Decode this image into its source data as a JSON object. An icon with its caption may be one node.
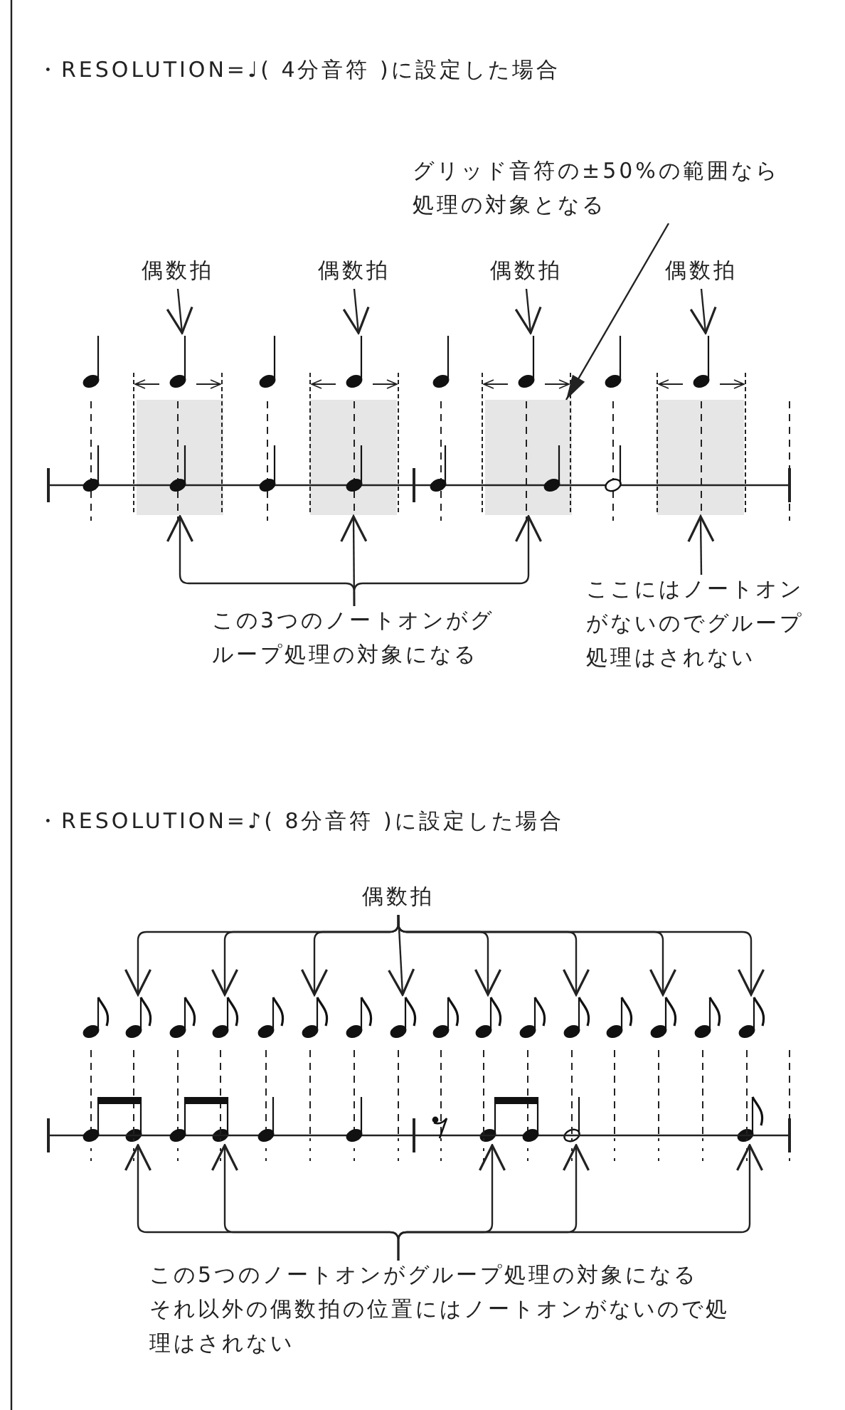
{
  "diagram": {
    "nodes": [
      {
        "text": [
          "グリッド音符の±50%の範囲なら処理の対象となる"
        ]
      },
      {
        "text": [
          "偶数拍"
        ]
      },
      {
        "text": [
          "偶数拍"
        ]
      },
      {
        "text": [
          "偶数拍"
        ]
      },
      {
        "text": [
          "偶数拍"
        ]
      },
      {
        "text": [],
        "shape": "note"
      },
      {
        "text": [],
        "shape": "note"
      },
      {
        "text": [],
        "shape": "note"
      },
      {
        "text": [],
        "shape": "note"
      },
      {
        "text": [],
        "shape": "box"
      },
      {
        "text": [],
        "shape": "box"
      },
      {
        "text": [],
        "shape": "box"
      },
      {
        "text": [],
        "shape": "box"
      },
      {
        "text": [
          "この3つのノートオンがグループ処理の対象になる"
        ]
      },
      {
        "text": [
          "ここにはノートオンがないのでグループ処理はされない"
        ]
      },
      {
        "text": [
          "偶数拍"
        ]
      },
      {
        "text": [],
        "shape": "note"
      },
      {
        "text": [],
        "shape": "note"
      },
      {
        "text": [],
        "shape": "note"
      },
      {
        "text": [],
        "shape": "note"
      },
      {
        "text": [],
        "shape": "note"
      },
      {
        "text": [],
        "shape": "note"
      },
      {
        "text": [],
        "shape": "note"
      },
      {
        "text": [],
        "shape": "note"
      },
      {
        "text": [],
        "shape": "note"
      },
      {
        "text": [],
        "shape": "note"
      },
      {
        "text": [],
        "shape": "note"
      },
      {
        "text": [],
        "shape": "note"
      },
      {
        "text": [],
        "shape": "note"
      },
      {
        "text": [
          "この5つのノートオンがグループ処理の対象になる",
          "それ以外の偶数拍の位置にはノートオンがないので処理はされない"
        ]
      }
    ],
    "edges": [
      {
        "from": 0,
        "to": 11,
        "arrow": "to"
      },
      {
        "from": 1,
        "to": 5,
        "arrow": "to"
      },
      {
        "from": 2,
        "to": 6,
        "arrow": "to"
      },
      {
        "from": 3,
        "to": 7,
        "arrow": "to"
      },
      {
        "from": 4,
        "to": 8,
        "arrow": "to"
      },
      {
        "from": 13,
        "to": 9,
        "arrow": "to"
      },
      {
        "from": 13,
        "to": 10,
        "arrow": "to"
      },
      {
        "from": 13,
        "to": 11,
        "arrow": "to"
      },
      {
        "from": 14,
        "to": 12,
        "arrow": "to"
      },
      {
        "from": 15,
        "to": 16,
        "arrow": "to"
      },
      {
        "from": 15,
        "to": 17,
        "arrow": "to"
      },
      {
        "from": 15,
        "to": 18,
        "arrow": "to"
      },
      {
        "from": 15,
        "to": 19,
        "arrow": "to"
      },
      {
        "from": 15,
        "to": 20,
        "arrow": "to"
      },
      {
        "from": 15,
        "to": 21,
        "arrow": "to"
      },
      {
        "from": 15,
        "to": 22,
        "arrow": "to"
      },
      {
        "from": 15,
        "to": 23,
        "arrow": "to"
      },
      {
        "from": 29,
        "to": 24,
        "arrow": "to"
      },
      {
        "from": 29,
        "to": 25,
        "arrow": "to"
      },
      {
        "from": 29,
        "to": 26,
        "arrow": "to"
      },
      {
        "from": 29,
        "to": 27,
        "arrow": "to"
      },
      {
        "from": 29,
        "to": 28,
        "arrow": "to"
      }
    ],
    "labels": [
      "・RESOLUTION=♩( 4分音符 )に設定した場合",
      "・RESOLUTION=♪( 8分音符 )に設定した場合"
    ]
  }
}
